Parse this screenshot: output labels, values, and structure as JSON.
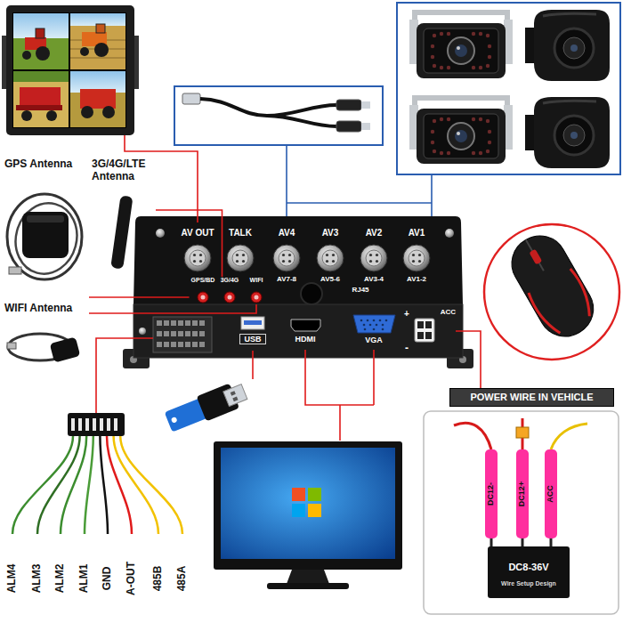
{
  "diagram": {
    "nodes": [
      {
        "text": [
          "GPS Antenna"
        ]
      },
      {
        "text": [
          "3G/4G/LTE Antenna"
        ]
      },
      {
        "text": [
          "AV OUT"
        ]
      },
      {
        "text": [
          "TALK"
        ]
      },
      {
        "text": [
          "AV4",
          "AV7-8"
        ]
      },
      {
        "text": [
          "AV3",
          "AV5-6"
        ]
      },
      {
        "text": [
          "AV2",
          "AV3-4"
        ]
      },
      {
        "text": [
          "AV1",
          "AV1-2"
        ]
      },
      {
        "text": [
          "GPS/BD"
        ]
      },
      {
        "text": [
          "3G/4G"
        ]
      },
      {
        "text": [
          "WIFI"
        ]
      },
      {
        "text": [
          "WIFI Antenna"
        ]
      },
      {
        "text": [
          "ACC"
        ]
      },
      {
        "text": [
          "USB"
        ]
      },
      {
        "text": [
          "HDMI"
        ]
      },
      {
        "text": [
          "VGA"
        ]
      },
      {
        "text": [
          "POWER WIRE IN VEHICLE"
        ]
      }
    ],
    "edges": [
      {
        "from": 0,
        "to": 8,
        "arrow": "none"
      },
      {
        "from": 1,
        "to": 9,
        "arrow": "none"
      },
      {
        "from": 11,
        "to": 10,
        "arrow": "none"
      },
      {
        "from": 16,
        "to": 12,
        "arrow": "none"
      }
    ],
    "labels": [
      "RJ45",
      "+",
      "-",
      "ALM4",
      "ALM3",
      "ALM2",
      "ALM1",
      "GND",
      "A-OUT",
      "485B",
      "485A",
      "DC12-",
      "DC12+",
      "ACC",
      "DC8-36V",
      "Wire Setup Design"
    ]
  }
}
